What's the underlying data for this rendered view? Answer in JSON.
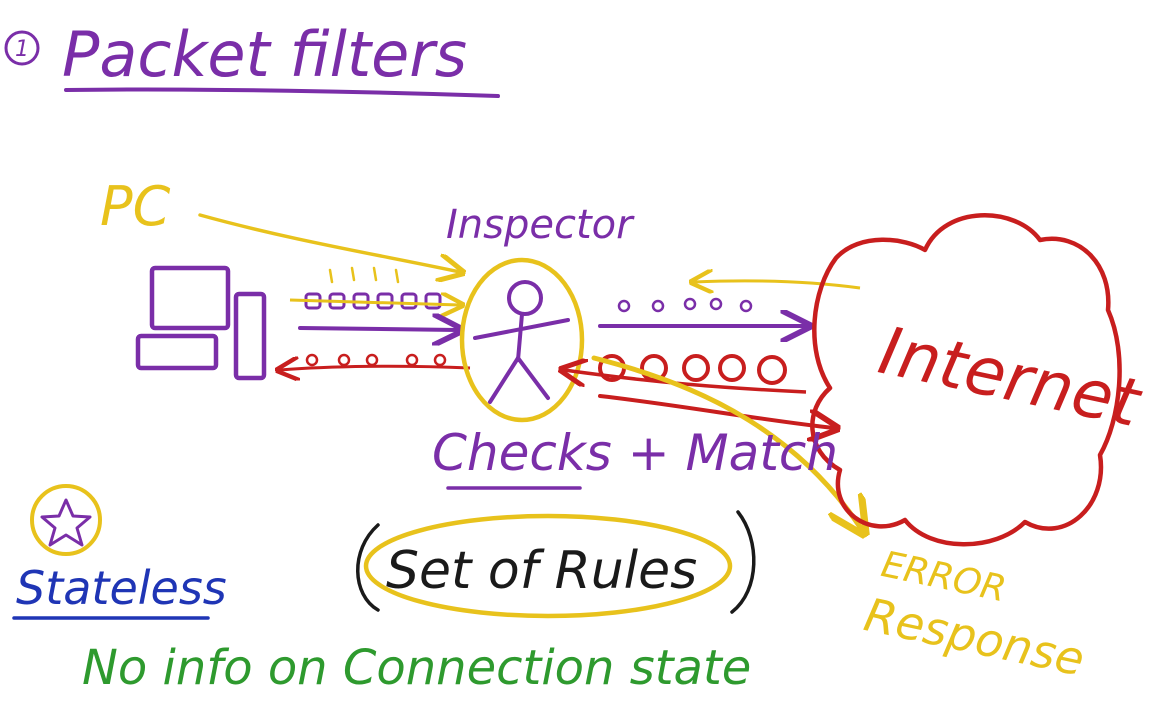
{
  "title": {
    "number": "1",
    "text": "Packet filters"
  },
  "labels": {
    "pc": "PC",
    "inspector": "Inspector",
    "internet": "Internet",
    "check_match": "Checks + Match",
    "rules": "Set of Rules",
    "error_line1": "ERROR",
    "error_line2": "Response",
    "stateless": "Stateless",
    "no_info": "No info on Connection state"
  },
  "colors": {
    "purple": "#7a2ea8",
    "yellow": "#e8c21c",
    "red": "#c81e1e",
    "blue": "#1f35b5",
    "green": "#2e9a2e",
    "black": "#1a1a1a"
  },
  "icons": [
    "star-icon",
    "stick-figure-icon",
    "computer-icon",
    "cloud-icon"
  ]
}
